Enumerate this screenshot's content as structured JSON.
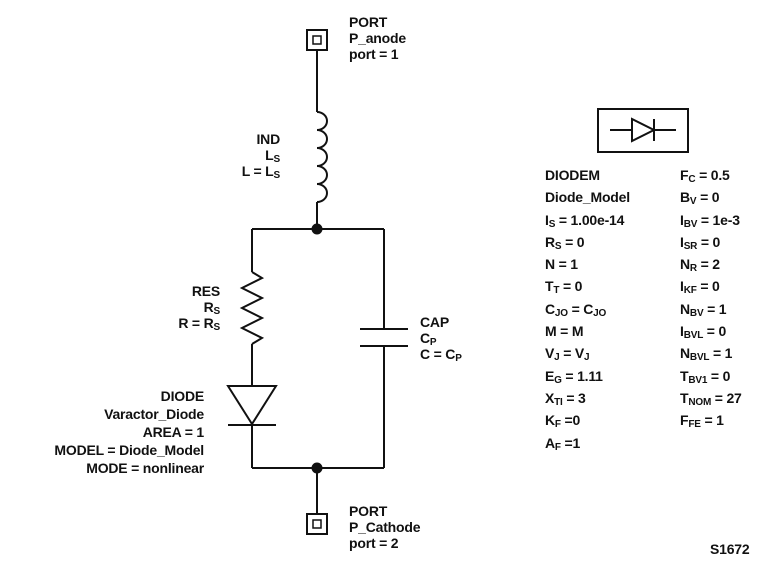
{
  "port_top": {
    "title": "PORT",
    "name": "P_anode",
    "param": "port = 1"
  },
  "port_bottom": {
    "title": "PORT",
    "name": "P_Cathode",
    "param": "port = 2"
  },
  "inductor": {
    "title": "IND",
    "name_main": "L",
    "name_sub": "S",
    "param_main": "L = L",
    "param_sub": "S"
  },
  "resistor": {
    "title": "RES",
    "name_main": "R",
    "name_sub": "S",
    "param_main": "R = R",
    "param_sub": "S"
  },
  "capacitor": {
    "title": "CAP",
    "name_main": "C",
    "name_sub": "P",
    "param_main": "C = C",
    "param_sub": "P"
  },
  "diode": {
    "title": "DIODE",
    "name": "Varactor_Diode",
    "area": "AREA = 1",
    "model": "MODEL = Diode_Model",
    "mode": "MODE = nonlinear"
  },
  "diodem": {
    "left": [
      {
        "text": "DIODEM"
      },
      {
        "text": "Diode_Model"
      },
      {
        "main": "I",
        "sub": "S",
        "rest": " = 1.00e-14"
      },
      {
        "main": "R",
        "sub": "S",
        "rest": " = 0"
      },
      {
        "text": "N = 1"
      },
      {
        "main": "T",
        "sub": "T",
        "rest": " = 0"
      },
      {
        "main": "C",
        "sub": "JO",
        "rest": " = C",
        "sub2": "JO"
      },
      {
        "text": "M = M"
      },
      {
        "main": "V",
        "sub": "J",
        "rest": " = V",
        "sub2": "J"
      },
      {
        "main": "E",
        "sub": "G",
        "rest": " = 1.11"
      },
      {
        "main": "X",
        "sub": "TI",
        "rest": " = 3"
      },
      {
        "main": "K",
        "sub": "F",
        "rest": " =0"
      },
      {
        "main": "A",
        "sub": "F",
        "rest": " =1"
      }
    ],
    "right": [
      {
        "main": "F",
        "sub": "C",
        "rest": " = 0.5"
      },
      {
        "main": "B",
        "sub": "V",
        "rest": " = 0"
      },
      {
        "main": "I",
        "sub": "BV",
        "rest": " = 1e-3"
      },
      {
        "main": "I",
        "sub": "SR",
        "rest": " = 0"
      },
      {
        "main": "N",
        "sub": "R",
        "rest": " = 2"
      },
      {
        "main": "I",
        "sub": "KF",
        "rest": " = 0"
      },
      {
        "main": "N",
        "sub": "BV",
        "rest": " = 1"
      },
      {
        "main": "I",
        "sub": "BVL",
        "rest": " = 0"
      },
      {
        "main": "N",
        "sub": "BVL",
        "rest": " = 1"
      },
      {
        "main": "T",
        "sub": "BV1",
        "rest": " = 0"
      },
      {
        "main": "T",
        "sub": "NOM",
        "rest": " = 27"
      },
      {
        "main": "F",
        "sub": "FE",
        "rest": " = 1"
      }
    ]
  },
  "figure_id": "S1672"
}
